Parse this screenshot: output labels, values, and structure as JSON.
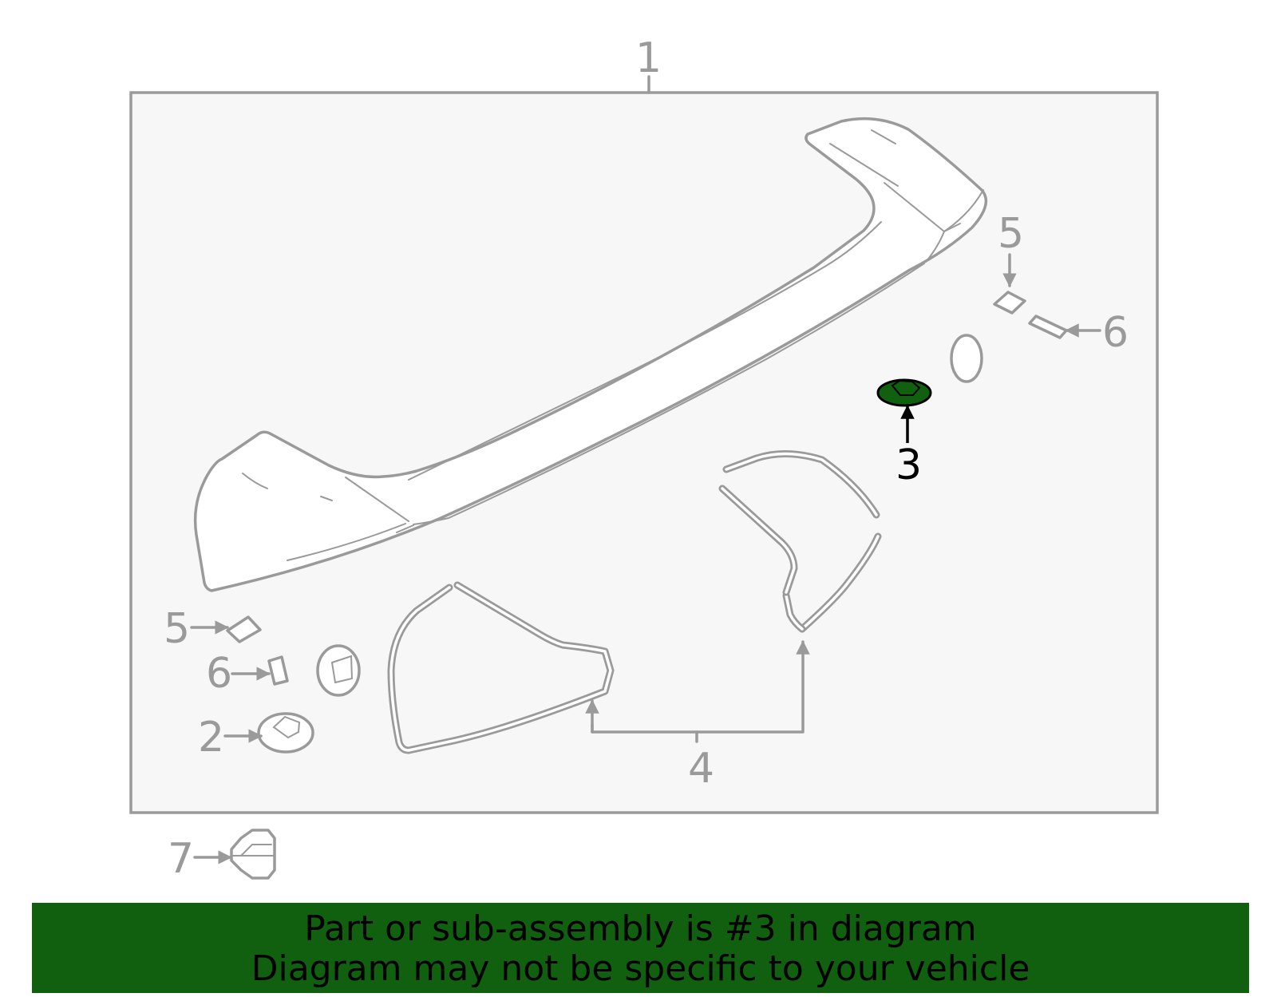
{
  "callouts": {
    "c1": "1",
    "c2": "2",
    "c3": "3",
    "c4": "4",
    "c5_left": "5",
    "c5_right": "5",
    "c6_left": "6",
    "c6_right": "6",
    "c7": "7"
  },
  "highlight": {
    "part_number": "3",
    "color": "#106010"
  },
  "banner": {
    "line1": "Part or sub-assembly is #3 in diagram",
    "line2": "Diagram may not be specific to your vehicle",
    "background": "#106010"
  }
}
